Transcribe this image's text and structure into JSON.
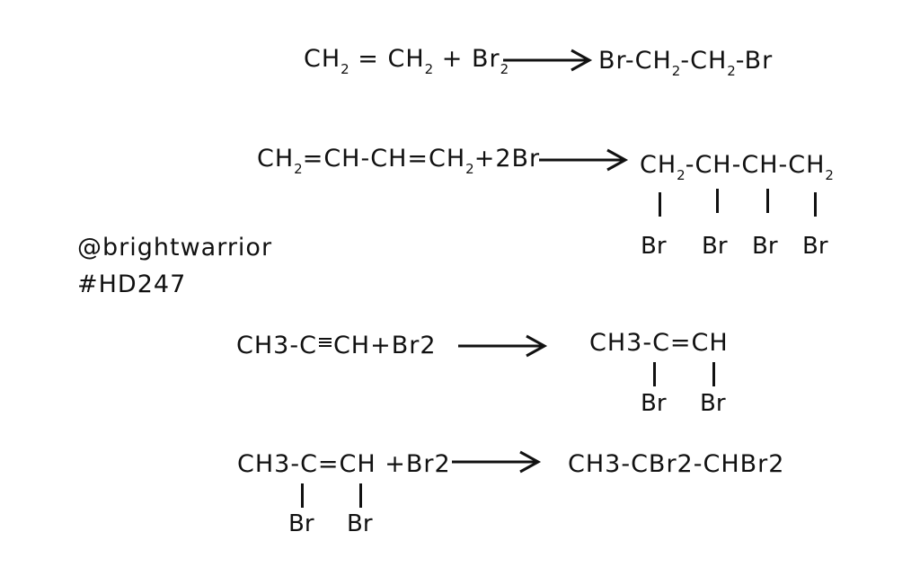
{
  "watermark": {
    "handle": "@brightwarrior",
    "tag": "#HD247"
  },
  "r1": {
    "lhs": {
      "ch2_a": "CH",
      "sub_a": "2",
      "eq": " = ",
      "ch2_b": "CH",
      "sub_b": "2",
      "plus": " + ",
      "br": "Br",
      "sub_br": "2"
    },
    "rhs": {
      "p1": "Br-CH",
      "s1": "2",
      "p2": "-CH",
      "s2": "2",
      "p3": "-Br"
    }
  },
  "r2": {
    "lhs": {
      "p1": "CH",
      "s1": "2",
      "p2": "=CH-CH=CH",
      "s2": "2",
      "p3": "+2Br"
    },
    "rhs": {
      "p1": "CH",
      "s1": "2",
      "p2": "-CH-CH-CH",
      "s2": "2"
    },
    "subs": [
      "Br",
      "Br",
      "Br",
      "Br"
    ]
  },
  "r3": {
    "lhs": {
      "p1": "CH3-C",
      "p2": "CH+Br2"
    },
    "rhs": "CH3-C=CH",
    "subs": [
      "Br",
      "Br"
    ]
  },
  "r4": {
    "lhs": "CH3-C=CH +Br2",
    "subs": [
      "Br",
      "Br"
    ],
    "rhs": "CH3-CBr2-CHBr2"
  }
}
